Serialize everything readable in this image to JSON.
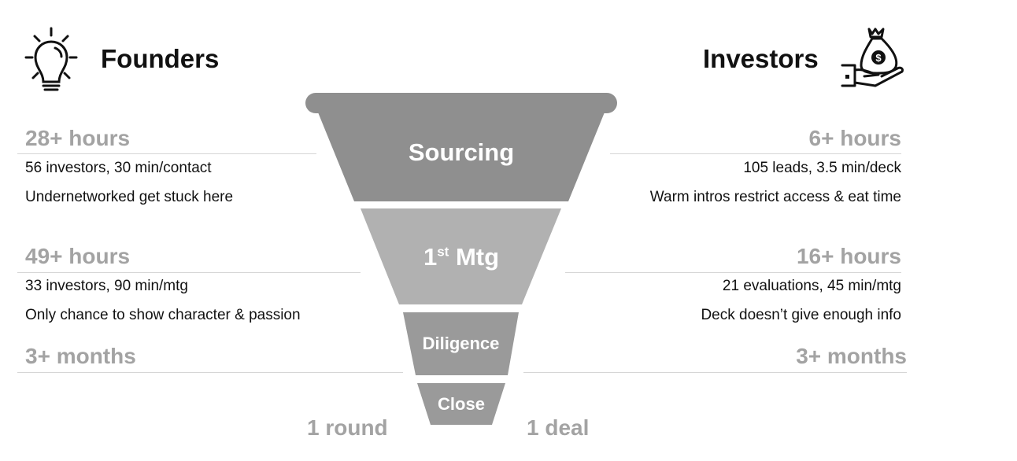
{
  "founders": {
    "title": "Founders",
    "icon": "lightbulb-icon",
    "rows": [
      {
        "metric": "28+ hours",
        "lines": [
          "56 investors, 30 min/contact",
          "Undernetworked get stuck here"
        ]
      },
      {
        "metric": "49+ hours",
        "lines": [
          "33 investors, 90 min/mtg",
          "Only chance to show character & passion"
        ]
      },
      {
        "metric": "3+ months",
        "lines": []
      }
    ],
    "footer": "1 round"
  },
  "investors": {
    "title": "Investors",
    "icon": "money-bag-hand-icon",
    "rows": [
      {
        "metric": "6+ hours",
        "lines": [
          "105 leads, 3.5 min/deck",
          "Warm intros restrict access & eat time"
        ]
      },
      {
        "metric": "16+ hours",
        "lines": [
          "21 evaluations, 45 min/mtg",
          "Deck doesn’t give enough info"
        ]
      },
      {
        "metric": "3+ months",
        "lines": []
      }
    ],
    "footer": "1 deal"
  },
  "funnel": {
    "stages": [
      {
        "label": "Sourcing",
        "color": "#8f8f8f"
      },
      {
        "label_main": "1",
        "label_sup": "st",
        "label_rest": " Mtg",
        "color": "#b1b1b1"
      },
      {
        "label": "Diligence",
        "color": "#9a9a9a"
      },
      {
        "label": "Close",
        "color": "#9a9a9a"
      }
    ]
  }
}
